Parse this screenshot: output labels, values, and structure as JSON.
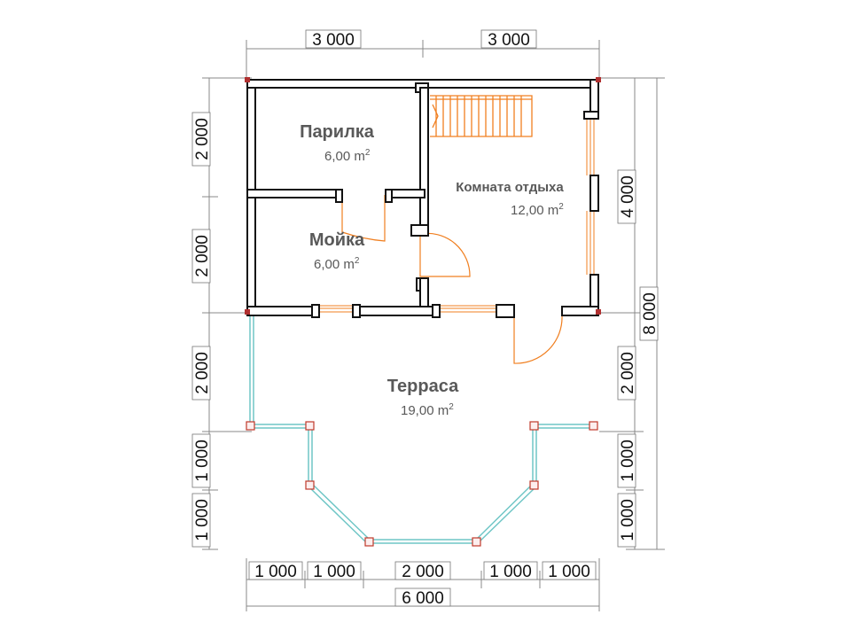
{
  "dimensions": {
    "top": [
      "3 000",
      "3 000"
    ],
    "left": [
      "2 000",
      "2 000",
      "2 000",
      "1 000",
      "1 000"
    ],
    "right_inner": [
      "4 000",
      "2 000",
      "1 000",
      "1 000"
    ],
    "right_outer": "8 000",
    "bottom": [
      "1 000",
      "1 000",
      "2 000",
      "1 000",
      "1 000"
    ],
    "bottom_total": "6 000"
  },
  "rooms": {
    "parilka": {
      "name": "Парилка",
      "area": "6,00 m",
      "sup": "2"
    },
    "moika": {
      "name": "Мойка",
      "area": "6,00 m",
      "sup": "2"
    },
    "komnata": {
      "name": "Комната отдыха",
      "area": "12,00 m",
      "sup": "2"
    },
    "terrasa": {
      "name": "Терраса",
      "area": "19,00 m",
      "sup": "2"
    }
  },
  "colors": {
    "wall": "#111111",
    "door": "#f07f20",
    "stairs": "#f07f20",
    "window": "#f07f20",
    "railing": "#6fc6c6",
    "post_fill": "#fdeeee",
    "post_stroke": "#c0392b",
    "corner": "#b03030",
    "dim_line": "#888888"
  }
}
